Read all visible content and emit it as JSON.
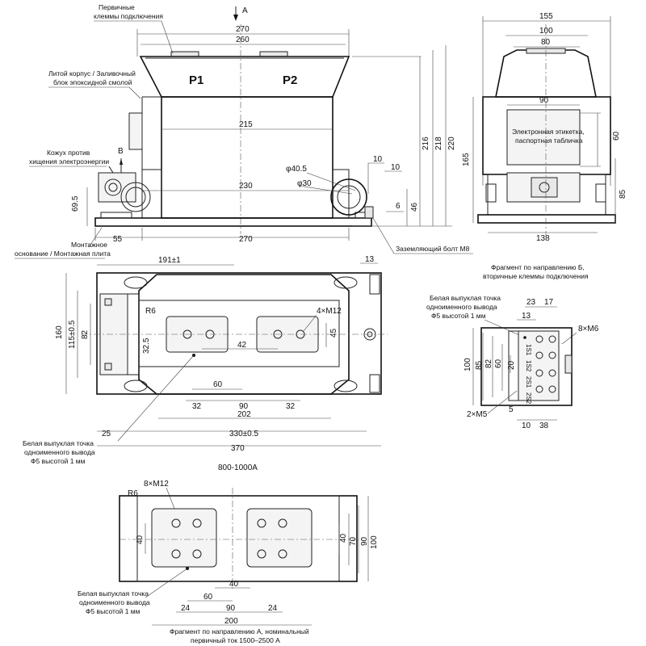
{
  "labels": {
    "primary_terminals": [
      "Первичные",
      "клеммы подключения"
    ],
    "cast_housing": [
      "Литой корпус / Заливочный",
      "блок эпоксидной смолой"
    ],
    "anti_theft_cover": [
      "Кожух против",
      "хищения электроэнергии"
    ],
    "mount_base": [
      "Монтажное",
      "основание / Монтажная плита"
    ],
    "ground_bolt": "Заземляющий болт М8",
    "nameplate": [
      "Электронная этикетка,",
      "паспортная табличка"
    ],
    "fragment_b": [
      "Фрагмент по направлению Б,",
      "вторичные клеммы подключения"
    ],
    "white_point_1": [
      "Белая выпуклая точка",
      "одноименного вывода",
      "Ф5 высотой 1 мм"
    ],
    "white_point_2": [
      "Белая выпуклая точка",
      "одноименного вывода",
      "Ф5 высотой 1 мм"
    ],
    "white_point_3": [
      "Белая выпуклая точка",
      "одноименного вывода",
      "Ф5 высотой 1 мм"
    ],
    "fragment_a": [
      "Фрагмент по направлению А, номинальный",
      "первичный ток 1500–2500 А"
    ],
    "rating_800": "800-1000A",
    "p1": "P1",
    "p2": "P2",
    "view_a": "A",
    "view_b": "B"
  },
  "front_view_dims": {
    "d270_top": "270",
    "d260": "260",
    "d215": "215",
    "d230": "230",
    "d270_bottom": "270",
    "d55": "55",
    "d69_5": "69.5",
    "d216": "216",
    "d218": "218",
    "d220": "220",
    "phi40_5": "φ40.5",
    "phi30": "φ30",
    "d10a": "10",
    "d10b": "10",
    "d6": "6",
    "d46": "46"
  },
  "side_view_dims": {
    "d155": "155",
    "d100": "100",
    "d80": "80",
    "d90": "90",
    "d60": "60",
    "d165": "165",
    "d85": "85",
    "d138": "138"
  },
  "top_view_dims": {
    "d191": "191±1",
    "d13": "13",
    "d160": "160",
    "d115": "115±0.5",
    "d82": "82",
    "r6": "R6",
    "m12_4": "4×M12",
    "d32_5": "32.5",
    "d42": "42",
    "d45": "45",
    "d60": "60",
    "d32a": "32",
    "d90": "90",
    "d32b": "32",
    "d202": "202",
    "d25": "25",
    "d330": "330±0.5",
    "d370": "370"
  },
  "fragment_b_dims": {
    "d23": "23",
    "d17": "17",
    "d13": "13",
    "m6": "8×M6",
    "d100": "100",
    "d85": "85",
    "d82": "82",
    "d60": "60",
    "d20": "20",
    "m5": "2×M5",
    "d5": "5",
    "d10": "10",
    "d38": "38",
    "t1": "1S1",
    "t2": "1S2",
    "t3": "2S1",
    "t4": "2S2"
  },
  "fragment_a_dims": {
    "m12_8": "8×M12",
    "r6": "R6",
    "d40_left": "40",
    "d40": "40",
    "d70": "70",
    "d90": "90",
    "d100": "100",
    "d40_bottom": "40",
    "d60": "60",
    "d24a": "24",
    "d90_b": "90",
    "d24b": "24",
    "d200": "200"
  }
}
